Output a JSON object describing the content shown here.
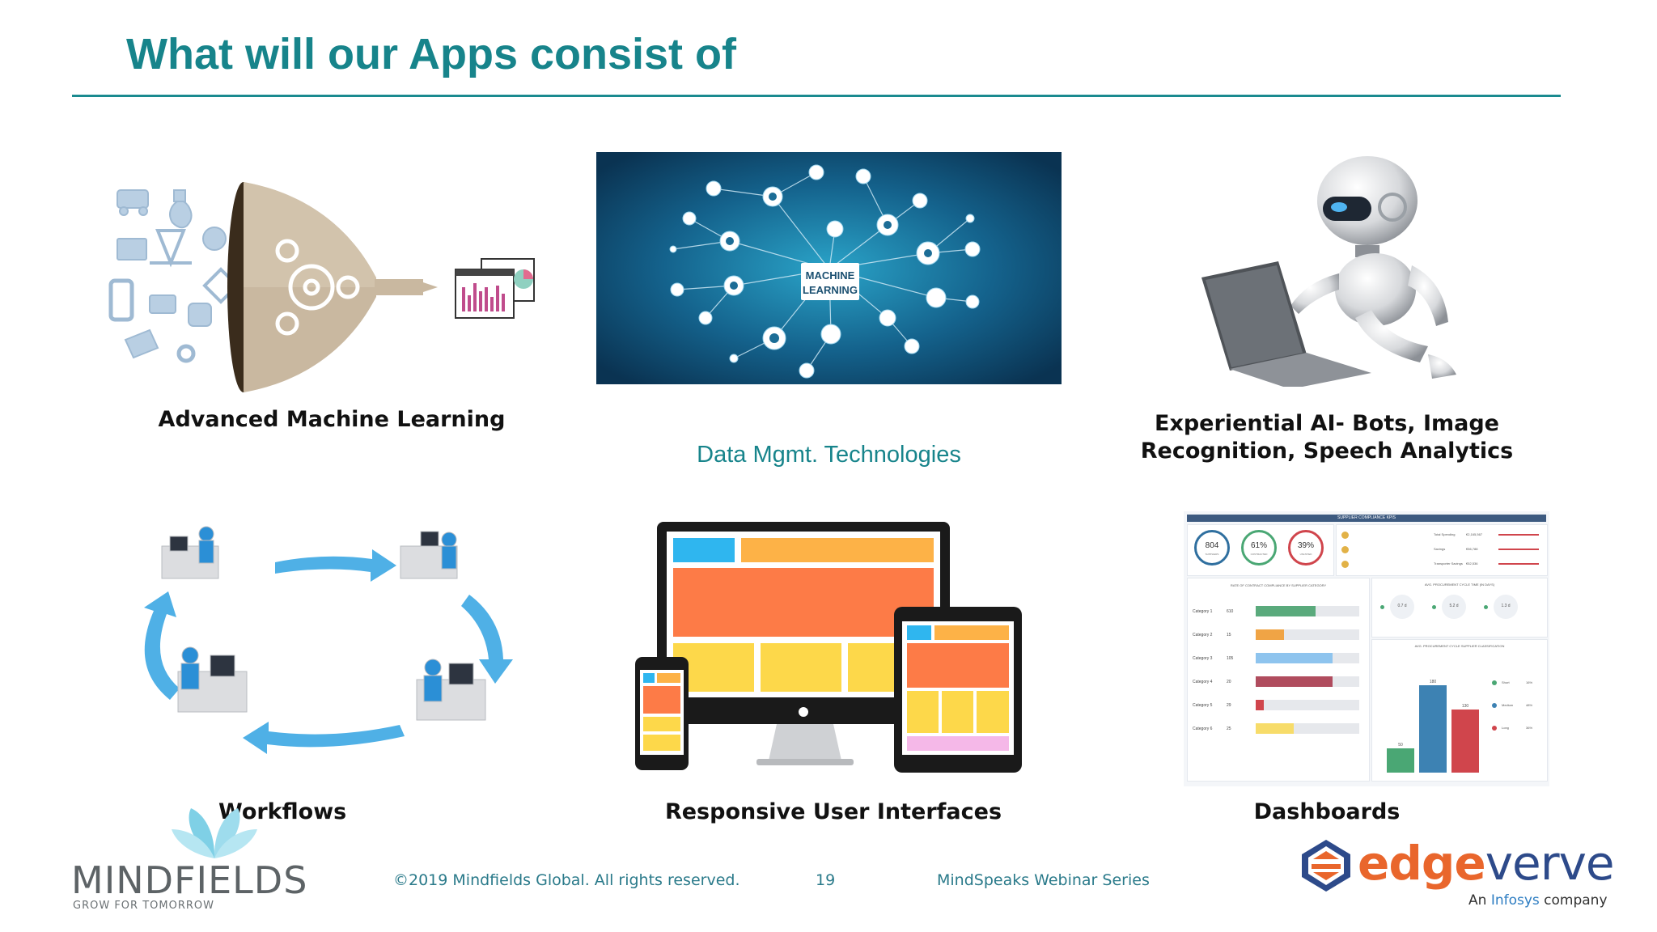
{
  "slide": {
    "title": "What will our Apps consist of",
    "captions": {
      "ml": "Advanced Machine Learning",
      "data": "Data Mgmt. Technologies",
      "ai": "Experiential AI- Bots, Image Recognition, Speech Analytics",
      "workflows": "Workflows",
      "ui": "Responsive User Interfaces",
      "dashboards": "Dashboards"
    },
    "ml_badge": [
      "MACHINE",
      "LEARNING"
    ],
    "footer": {
      "copyright": "©2019 Mindfields Global. All rights reserved.",
      "page": "19",
      "series": "MindSpeaks Webinar Series"
    },
    "mindfields": {
      "name": "MINDFIELDS",
      "tagline": "GROW FOR TOMORROW"
    },
    "edgeverve": {
      "brand_a": "edge",
      "brand_b": "verve",
      "sub_a": "An ",
      "sub_b": "Infosys",
      "sub_c": " company"
    },
    "dashboard": {
      "header": "SUPPLIER COMPLIANCE KPIS",
      "kpis": [
        {
          "value": "804",
          "label": "SUPPLIERS",
          "color": "#2f6f9f"
        },
        {
          "value": "61%",
          "label": "CONTRACTED",
          "color": "#4aa774"
        },
        {
          "value": "39%",
          "label": "UNLISTED",
          "color": "#d0454c"
        }
      ],
      "compliance_title": "RATE OF CONTRACT COMPLIANCE BY SUPPLIER CATEGORY",
      "categories": [
        {
          "name": "Category 1",
          "count": "610",
          "fill": 0.58,
          "color": "#5aaa7c"
        },
        {
          "name": "Category 2",
          "count": "15",
          "fill": 0.27,
          "color": "#f0a445"
        },
        {
          "name": "Category 3",
          "count": "105",
          "fill": 0.74,
          "color": "#8ec4ee"
        },
        {
          "name": "Category 4",
          "count": "20",
          "fill": 0.74,
          "color": "#b04c5e"
        },
        {
          "name": "Category 5",
          "count": "29",
          "fill": 0.08,
          "color": "#d0454c"
        },
        {
          "name": "Category 6",
          "count": "25",
          "fill": 0.37,
          "color": "#f7dc6a"
        }
      ],
      "cycle_title": "AVG. PROCUREMENT CYCLE TIME (IN DAYS)",
      "cycle": [
        "0.7 d",
        "5.2 d",
        "1.3 d"
      ],
      "class_title": "AVG. PROCUREMENT CYCLE SUPPLIER CLASSIFICATION",
      "bars": [
        {
          "value": 50,
          "color": "#4aa774"
        },
        {
          "value": 180,
          "color": "#3d82b3"
        },
        {
          "value": 130,
          "color": "#d0454c"
        }
      ],
      "legend": [
        {
          "name": "Short",
          "pct": "16%",
          "color": "#4aa774"
        },
        {
          "name": "Medium",
          "pct": "48%",
          "color": "#3d82b3"
        },
        {
          "name": "Long",
          "pct": "36%",
          "color": "#d0454c"
        }
      ],
      "spend_rows": [
        {
          "label": "Total Spending",
          "value": "€2,165,567"
        },
        {
          "label": "Savings",
          "value": "€56,788"
        },
        {
          "label": "Transporter Savings",
          "value": "€52,536"
        }
      ]
    }
  }
}
